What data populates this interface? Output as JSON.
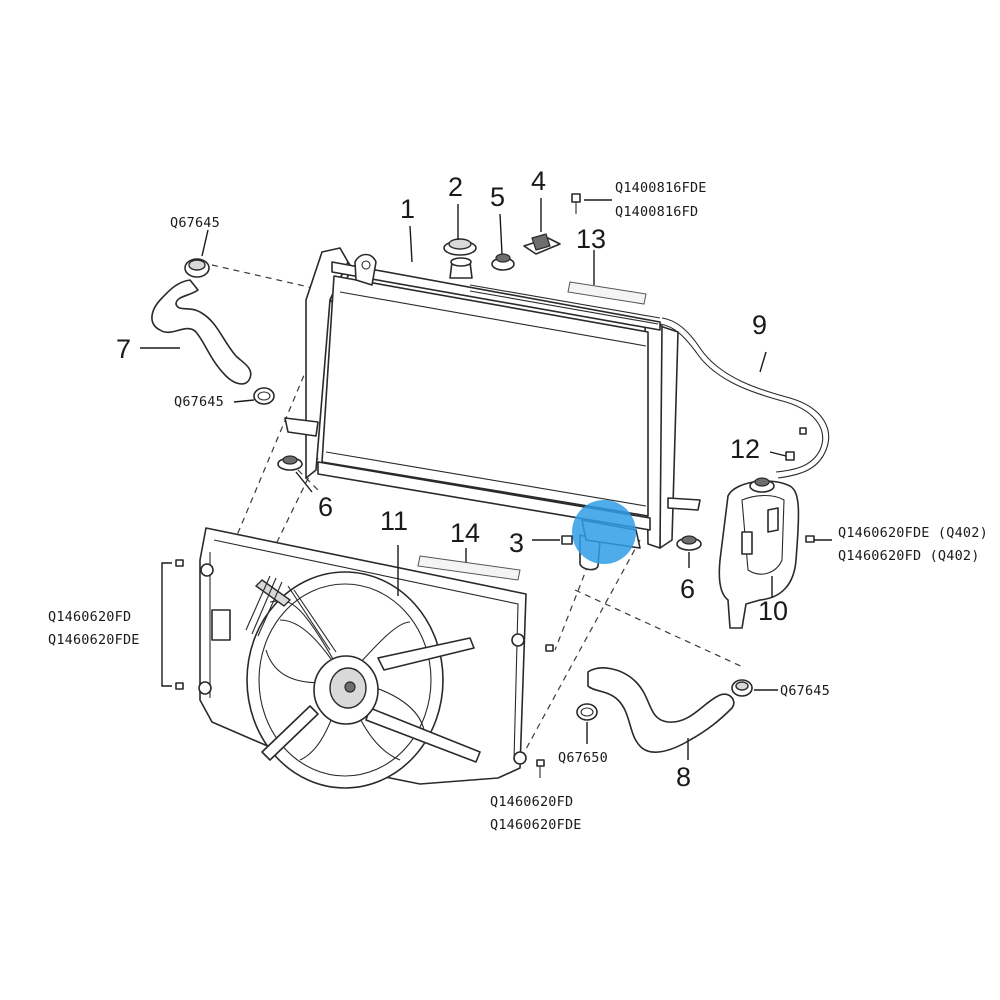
{
  "diagram": {
    "callouts": {
      "n1": "1",
      "n2": "2",
      "n3": "3",
      "n4": "4",
      "n5": "5",
      "n6a": "6",
      "n6b": "6",
      "n7": "7",
      "n8": "8",
      "n9": "9",
      "n10": "10",
      "n11": "11",
      "n12": "12",
      "n13": "13",
      "n14": "14"
    },
    "codes": {
      "clamp_hose7_top": "Q67645",
      "clamp_hose7_bottom": "Q67645",
      "bolt_top_1": "Q1400816FDE",
      "bolt_top_2": "Q1400816FD",
      "tank_bolt_1": "Q1460620FDE (Q402)",
      "tank_bolt_2": "Q1460620FD (Q402)",
      "fan_left_1": "Q1460620FD",
      "fan_left_2": "Q1460620FDE",
      "clamp_hose8_right": "Q67645",
      "clamp_hose8_left": "Q67650",
      "fan_bottom_1": "Q1460620FD",
      "fan_bottom_2": "Q1460620FDE"
    },
    "highlight_color": "#2f9ee8"
  }
}
